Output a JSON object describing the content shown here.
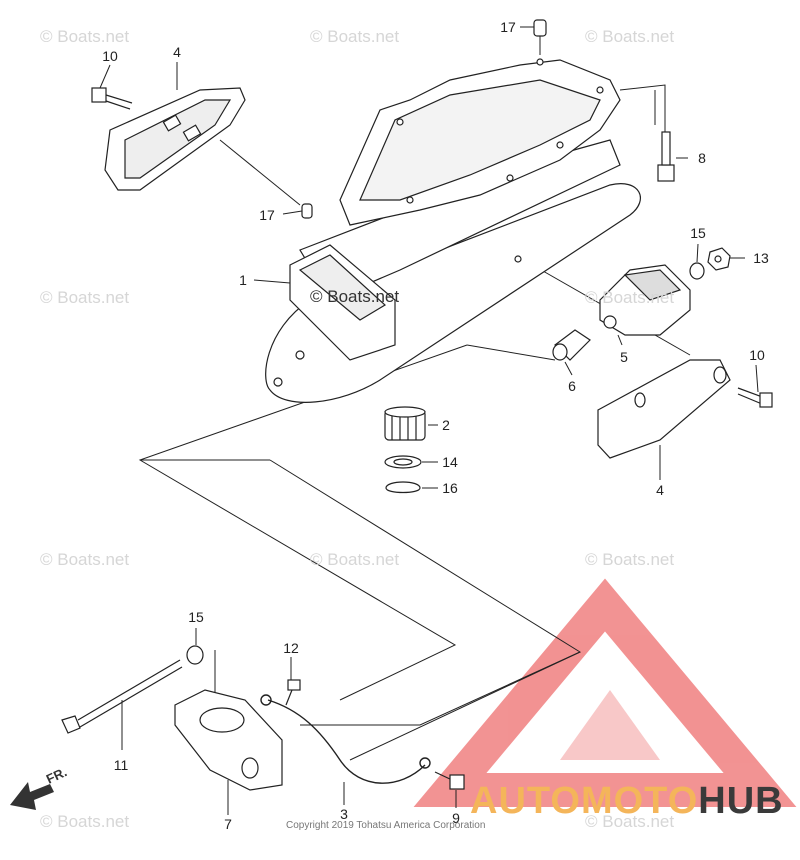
{
  "watermark_text": "© Boats.net",
  "center_watermark": "© Boats.net",
  "copyright": "Copyright 2019 Tohatsu America Corporation",
  "front_marker": "FR.",
  "logo": {
    "part1": "AUTOMOTO",
    "part2": "HUB",
    "color_accent": "#f4b55a",
    "color_dark": "#3a3a3a",
    "triangle_color": "#f08080"
  },
  "callouts": [
    {
      "id": "c17a",
      "text": "17"
    },
    {
      "id": "c10a",
      "text": "10"
    },
    {
      "id": "c4a",
      "text": "4"
    },
    {
      "id": "c8",
      "text": "8"
    },
    {
      "id": "c17b",
      "text": "17"
    },
    {
      "id": "c1",
      "text": "1"
    },
    {
      "id": "c15a",
      "text": "15"
    },
    {
      "id": "c13",
      "text": "13"
    },
    {
      "id": "c5",
      "text": "5"
    },
    {
      "id": "c6",
      "text": "6"
    },
    {
      "id": "c10b",
      "text": "10"
    },
    {
      "id": "c2",
      "text": "2"
    },
    {
      "id": "c14",
      "text": "14"
    },
    {
      "id": "c16",
      "text": "16"
    },
    {
      "id": "c4b",
      "text": "4"
    },
    {
      "id": "c15b",
      "text": "15"
    },
    {
      "id": "c12",
      "text": "12"
    },
    {
      "id": "c11",
      "text": "11"
    },
    {
      "id": "c7",
      "text": "7"
    },
    {
      "id": "c3",
      "text": "3"
    },
    {
      "id": "c9",
      "text": "9"
    }
  ]
}
